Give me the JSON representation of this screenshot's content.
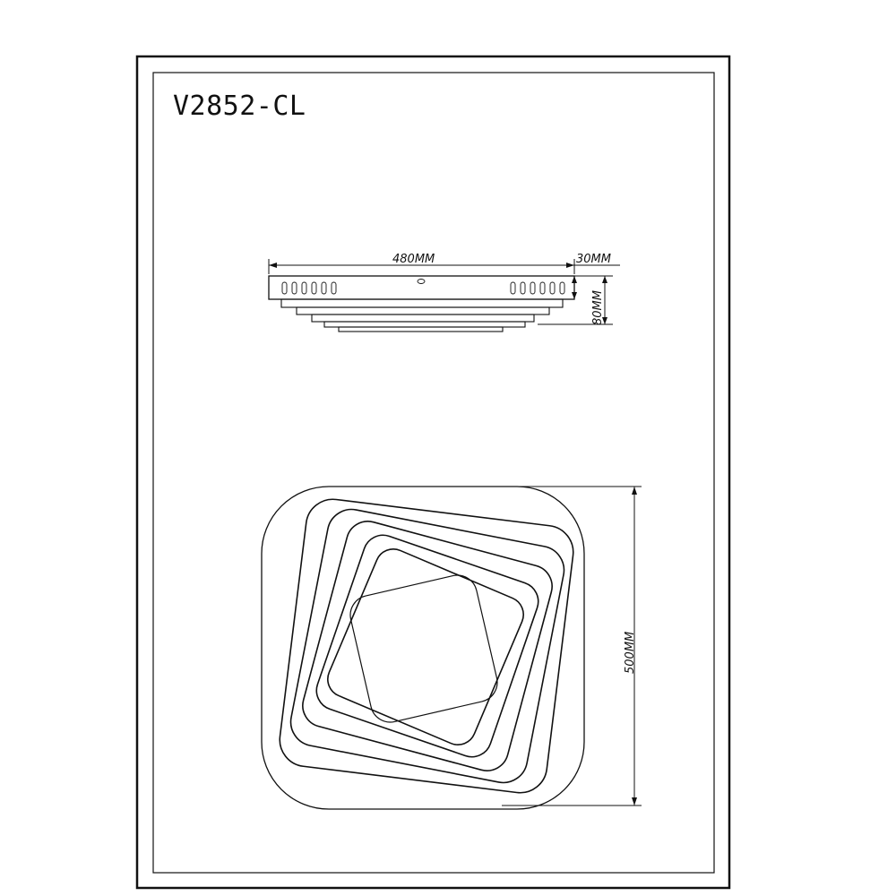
{
  "title": "V2852-CL",
  "side_view": {
    "width_label": "480MM",
    "base_height_label": "30MM",
    "total_height_label": "80MM"
  },
  "top_view": {
    "diameter_label": "500MM"
  }
}
